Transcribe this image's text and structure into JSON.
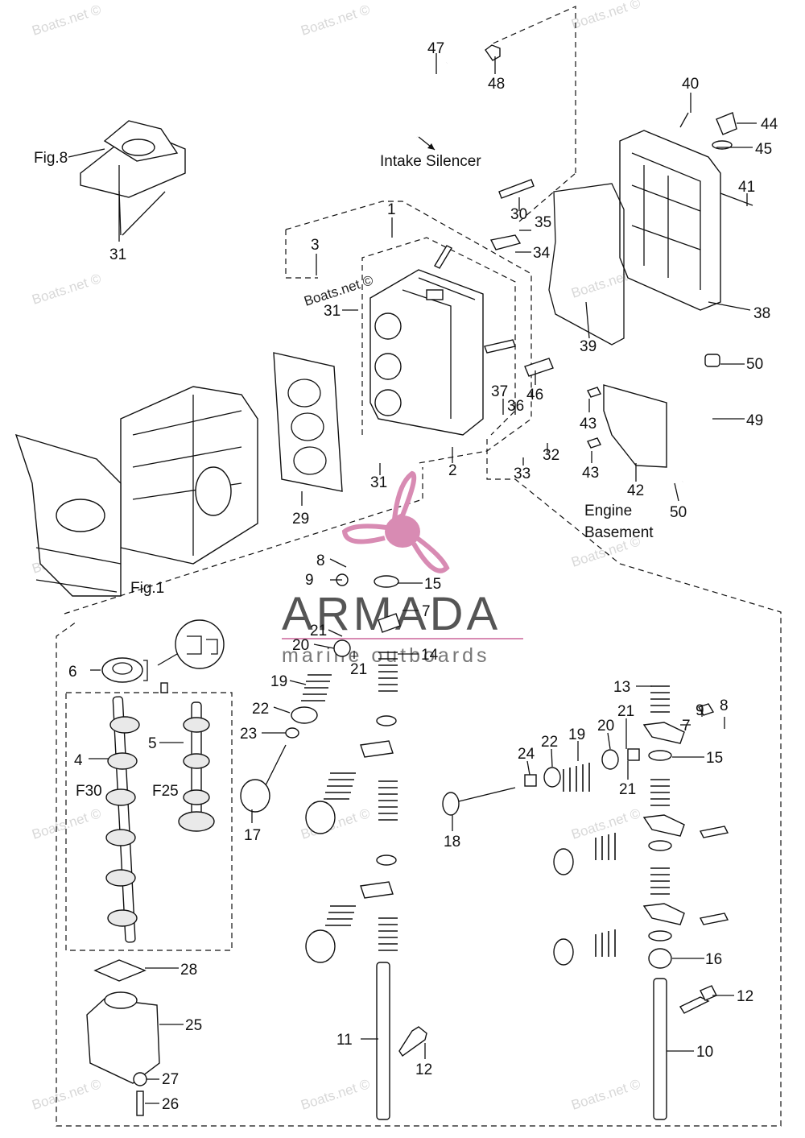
{
  "watermark": "Boats.net ©",
  "brand": {
    "name": "ARMADA",
    "tagline": "marine outboards",
    "accent_color": "#d88bb3"
  },
  "captions": {
    "intake_silencer": "Intake Silencer",
    "engine": "Engine",
    "basement": "Basement",
    "fig8": "Fig.8",
    "fig1": "Fig.1",
    "f30": "F30",
    "f25": "F25"
  },
  "part_callouts": [
    {
      "id": "c47",
      "number": "47"
    },
    {
      "id": "c48",
      "number": "48"
    },
    {
      "id": "c40",
      "number": "40"
    },
    {
      "id": "c44",
      "number": "44"
    },
    {
      "id": "c45",
      "number": "45"
    },
    {
      "id": "c41",
      "number": "41"
    },
    {
      "id": "c38",
      "number": "38"
    },
    {
      "id": "c39",
      "number": "39"
    },
    {
      "id": "c1",
      "number": "1"
    },
    {
      "id": "c30",
      "number": "30"
    },
    {
      "id": "c35",
      "number": "35"
    },
    {
      "id": "c34",
      "number": "34"
    },
    {
      "id": "c3",
      "number": "3"
    },
    {
      "id": "c31a",
      "number": "31"
    },
    {
      "id": "c31b",
      "number": "31"
    },
    {
      "id": "c31c",
      "number": "31"
    },
    {
      "id": "c29",
      "number": "29"
    },
    {
      "id": "c2",
      "number": "2"
    },
    {
      "id": "c37",
      "number": "37"
    },
    {
      "id": "c36",
      "number": "36"
    },
    {
      "id": "c46",
      "number": "46"
    },
    {
      "id": "c33",
      "number": "33"
    },
    {
      "id": "c32",
      "number": "32"
    },
    {
      "id": "c43a",
      "number": "43"
    },
    {
      "id": "c43b",
      "number": "43"
    },
    {
      "id": "c42",
      "number": "42"
    },
    {
      "id": "c50a",
      "number": "50"
    },
    {
      "id": "c49",
      "number": "49"
    },
    {
      "id": "c50b",
      "number": "50"
    },
    {
      "id": "c8a",
      "number": "8"
    },
    {
      "id": "c9a",
      "number": "9"
    },
    {
      "id": "c15a",
      "number": "15"
    },
    {
      "id": "c7a",
      "number": "7"
    },
    {
      "id": "c21a",
      "number": "21"
    },
    {
      "id": "c20a",
      "number": "20"
    },
    {
      "id": "c21b",
      "number": "21"
    },
    {
      "id": "c14",
      "number": "14"
    },
    {
      "id": "c6",
      "number": "6"
    },
    {
      "id": "c19a",
      "number": "19"
    },
    {
      "id": "c22a",
      "number": "22"
    },
    {
      "id": "c23",
      "number": "23"
    },
    {
      "id": "c4",
      "number": "4"
    },
    {
      "id": "c5",
      "number": "5"
    },
    {
      "id": "c17",
      "number": "17"
    },
    {
      "id": "c13",
      "number": "13"
    },
    {
      "id": "c9b",
      "number": "9"
    },
    {
      "id": "c8b",
      "number": "8"
    },
    {
      "id": "c21c",
      "number": "21"
    },
    {
      "id": "c7b",
      "number": "7"
    },
    {
      "id": "c24",
      "number": "24"
    },
    {
      "id": "c22b",
      "number": "22"
    },
    {
      "id": "c19b",
      "number": "19"
    },
    {
      "id": "c20b",
      "number": "20"
    },
    {
      "id": "c15b",
      "number": "15"
    },
    {
      "id": "c21d",
      "number": "21"
    },
    {
      "id": "c18",
      "number": "18"
    },
    {
      "id": "c28",
      "number": "28"
    },
    {
      "id": "c25",
      "number": "25"
    },
    {
      "id": "c16",
      "number": "16"
    },
    {
      "id": "c12a",
      "number": "12"
    },
    {
      "id": "c11",
      "number": "11"
    },
    {
      "id": "c10",
      "number": "10"
    },
    {
      "id": "c12b",
      "number": "12"
    },
    {
      "id": "c27",
      "number": "27"
    },
    {
      "id": "c26",
      "number": "26"
    }
  ]
}
